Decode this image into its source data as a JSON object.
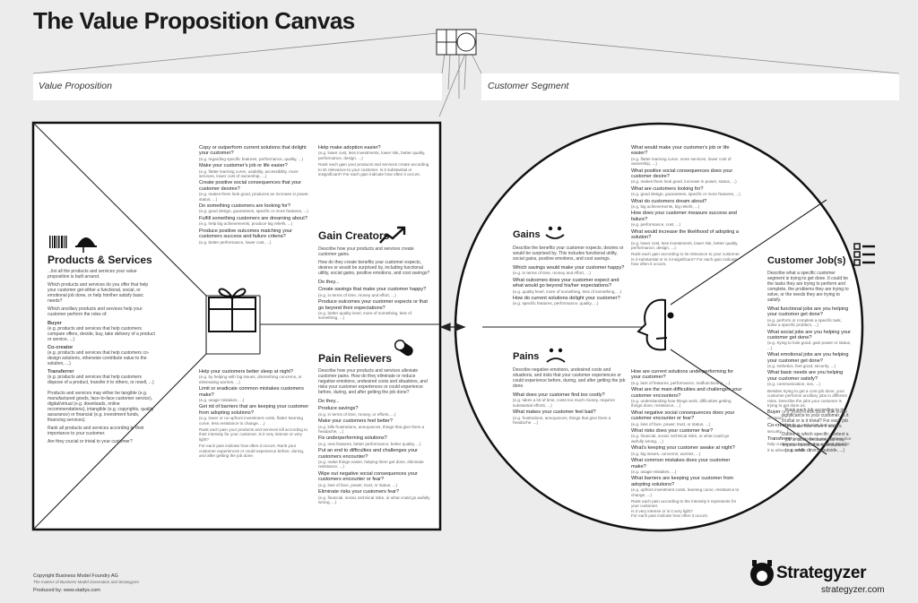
{
  "title": "The Value Proposition Canvas",
  "segments": {
    "value_proposition": "Value Proposition",
    "customer_segment": "Customer Segment"
  },
  "products_services": {
    "heading": "Products & Services",
    "intro": "...list all the products and services your value proposition is built around.",
    "items": [
      "Which products and services do you offer that help your customer get either a functional, social, or emotional job done, or help him/her satisfy basic needs?",
      "Which ancillary products and services help your customer perform the roles of:",
      "Buyer",
      "(e.g. products and services that help customers compare offers, decide, buy, take delivery of a product or service, ...)",
      "Co-creator",
      "(e.g. products and services that help customers co-design solutions, otherwise contribute value to the solution, ...)",
      "Transferrer",
      "(e.g. products and services that help customers dispose of a product, transfer it to others, or resell, ...)",
      "Products and services may either be tangible (e.g. manufactured goods, face-to-face customer service), digital/virtual (e.g. downloads, online recommendations), intangible (e.g. copyrights, quality assurance) or financial (e.g. investment funds, financing services).",
      "Rank all products and services according to their importance to your customer.",
      "Are they crucial or trivial to your customer?"
    ]
  },
  "gain_creators": {
    "heading": "Gain Creators",
    "intro": "Describe how your products and services create customer gains.",
    "intro2": "How do they create benefits your customer expects, desires or would be surprised by, including functional utility, social gains, positive emotions, and cost savings?",
    "left_questions": [
      {
        "q": "Copy or outperform current solutions that delight your customer?",
        "eg": "(e.g. regarding specific features, performance, quality, ...)"
      },
      {
        "q": "Make your customer's job or life easier?",
        "eg": "(e.g. flatter learning curve, usability, accessibility, more services, lower cost of ownership, ...)"
      },
      {
        "q": "Create positive social consequences that your customer desires?",
        "eg": "(e.g. makes them look good, produces an increase in power, status, ...)"
      },
      {
        "q": "Do something customers are looking for?",
        "eg": "(e.g. good design, guarantees, specific or more features, ...)"
      },
      {
        "q": "Fulfill something customers are dreaming about?",
        "eg": "(e.g. help big achievements, produce big reliefs, ...)"
      },
      {
        "q": "Produce positive outcomes matching your customers success and failure criteria?",
        "eg": "(e.g. better performance, lower cost, ...)"
      }
    ],
    "right_questions": [
      {
        "q": "Help make adoption easier?",
        "eg": "(e.g. lower cost, less investments, lower risk, better quality, performance, design, ...)"
      },
      {
        "q": "",
        "eg": "Rank each gain your products and services create according to its relevance to your customer. Is it substantial or insignificant? For each gain indicate how often it occurs."
      }
    ],
    "lower_questions": [
      {
        "q": "Do they...",
        "eg": ""
      },
      {
        "q": "Create savings that make your customer happy?",
        "eg": "(e.g. in terms of time, money and effort, ...)"
      },
      {
        "q": "Produce outcomes your customer expects or that go beyond their expectations?",
        "eg": "(e.g. better quality level, more of something, less of something, ...)"
      }
    ]
  },
  "pain_relievers": {
    "heading": "Pain Relievers",
    "intro": "Describe how your products and services alleviate customer pains. How do they eliminate or reduce negative emotions, undesired costs and situations, and risks your customer experiences or could experience before, during, and after getting the job done?",
    "left_questions": [
      {
        "q": "Help your customers better sleep at night?",
        "eg": "(e.g. by helping with big issues, diminishing concerns, or eliminating worries, ...)"
      },
      {
        "q": "Limit or eradicate common mistakes customers make?",
        "eg": "(e.g. usage mistakes, ...)"
      },
      {
        "q": "Get rid of barriers that are keeping your customer from adopting solutions?",
        "eg": "(e.g. lower or no upfront investment costs, flatter learning curve, less resistance to change, ...)"
      },
      {
        "q": "",
        "eg": "Rank each pain your products and services kill according to their intensity for your customer. Is it very intense or very light?"
      },
      {
        "q": "",
        "eg": "For each pain indicate how often it occurs. Rank your customer experiences or could experience before, during, and after getting the job done."
      }
    ],
    "right_questions": [
      {
        "q": "Do they...",
        "eg": ""
      },
      {
        "q": "Produce savings?",
        "eg": "(e.g. in terms of time, money, or efforts, ...)"
      },
      {
        "q": "Make your customers feel better?",
        "eg": "(e.g. kills frustrations, annoyances, things that give them a headache, ...)"
      },
      {
        "q": "Fix underperforming solutions?",
        "eg": "(e.g. new features, better performance, better quality, ...)"
      },
      {
        "q": "Put an end to difficulties and challenges your customers encounter?",
        "eg": "(e.g. make things easier, helping them get done, eliminate resistance, ...)"
      },
      {
        "q": "Wipe out negative social consequences your customers encounter or fear?",
        "eg": "(e.g. loss of face, power, trust, or status, ...)"
      },
      {
        "q": "Eliminate risks your customers fear?",
        "eg": "(e.g. financial, social, technical risks, or what could go awfully wrong, ...)"
      }
    ]
  },
  "gains": {
    "heading": "Gains",
    "intro": "Describe the benefits your customer expects, desires or would be surprised by. This includes functional utility, social gains, positive emotions, and cost savings.",
    "left_questions": [
      {
        "q": "Which savings would make your customer happy?",
        "eg": "(e.g. in terms of time, money and effort, ...)"
      },
      {
        "q": "What outcomes does your customer expect and what would go beyond his/her expectations?",
        "eg": "(e.g. quality level, more of something, less of something, ...)"
      },
      {
        "q": "How do current solutions delight your customer?",
        "eg": "(e.g. specific features, performance, quality, ...)"
      }
    ],
    "right_questions": [
      {
        "q": "What would make your customer's job or life easier?",
        "eg": "(e.g. flatter learning curve, more services, lower cost of ownership, ...)"
      },
      {
        "q": "What positive social consequences does your customer desire?",
        "eg": "(e.g. makes them look good, increase in power, status, ...)"
      },
      {
        "q": "What are customers looking for?",
        "eg": "(e.g. good design, guarantees, specific or more features, ...)"
      },
      {
        "q": "What do customers dream about?",
        "eg": "(e.g. big achievements, big reliefs, ...)"
      },
      {
        "q": "How does your customer measure success and failure?",
        "eg": "(e.g. performance, cost, ...)"
      },
      {
        "q": "What would increase the likelihood of adopting a solution?",
        "eg": "(e.g. lower cost, less investments, lower risk, better quality, performance, design, ...)"
      },
      {
        "q": "",
        "eg": "Rank each gain according to its relevance to your customer. Is it substantial or is it insignificant? For each gain indicate how often it occurs."
      }
    ]
  },
  "pains": {
    "heading": "Pains",
    "intro": "Describe negative emotions, undesired costs and situations, and risks that your customer experiences or could experience before, during, and after getting the job done.",
    "left_questions": [
      {
        "q": "What does your customer find too costly?",
        "eg": "(e.g. takes a lot of time, costs too much money, requires substantial efforts, ...)"
      },
      {
        "q": "What makes your customer feel bad?",
        "eg": "(e.g. frustrations, annoyances, things that give them a headache, ...)"
      }
    ],
    "right_questions": [
      {
        "q": "How are current solutions underperforming for your customer?",
        "eg": "(e.g. lack of features, performance, malfunctioning, ...)"
      },
      {
        "q": "What are the main difficulties and challenges your customer encounters?",
        "eg": "(e.g. understanding how things work, difficulties getting things done, resistance, ...)"
      },
      {
        "q": "What negative social consequences does your customer encounter or fear?",
        "eg": "(e.g. loss of face, power, trust, or status, ...)"
      },
      {
        "q": "What risks does your customer fear?",
        "eg": "(e.g. financial, social, technical risks, or what could go awfully wrong, ...)"
      },
      {
        "q": "What's keeping your customer awake at night?",
        "eg": "(e.g. big issues, concerns, worries, ...)"
      },
      {
        "q": "What common mistakes does your customer make?",
        "eg": "(e.g. usage mistakes, ...)"
      },
      {
        "q": "What barriers are keeping your customer from adopting solutions?",
        "eg": "(e.g. upfront investment costs, learning curve, resistance to change, ...)"
      },
      {
        "q": "",
        "eg": "Rank each pain according to the intensity it represents for your customer."
      },
      {
        "q": "",
        "eg": "Is it very intense or is it very light?"
      },
      {
        "q": "",
        "eg": "For each pain indicate how often it occurs."
      }
    ]
  },
  "customer_jobs": {
    "heading": "Customer Job(s)",
    "intro": "Describe what a specific customer segment is trying to get done. It could be the tasks they are trying to perform and complete, the problems they are trying to solve, or the needs they are trying to satisfy.",
    "questions": [
      {
        "q": "What functional jobs are you helping your customer get done?",
        "eg": "(e.g. perform or complete a specific task, solve a specific problem, ...)"
      },
      {
        "q": "What social jobs are you helping your customer get done?",
        "eg": "(e.g. trying to look good, gain power or status, ...)"
      },
      {
        "q": "What emotional jobs are you helping your customer get done?",
        "eg": "(e.g. esthetics, feel good, security, ...)"
      },
      {
        "q": "What basic needs are you helping your customer satisfy?",
        "eg": "(e.g. communication, sex, ...)"
      },
      {
        "q": "",
        "eg": "Besides trying to get a core job done, your customer performs ancillary jobs in different roles. Describe the jobs your customer is trying to get done as:"
      },
      {
        "q": "Buyer",
        "eg": "(e.g. trying to look good, gain power or status, ...)"
      },
      {
        "q": "Co-creator",
        "eg": "(e.g. esthetics, feel good, security, ...)"
      },
      {
        "q": "Transferrer",
        "eg": "(e.g. products and services that help customers dispose of a product, transfer it to others, or resell, ...)"
      }
    ],
    "notes": [
      "Rank each job according to its significance to your customer. Is it crucial or is it trivial? For each job indicate how often it occurs.",
      "Outline in which specific context a job is done, because that may impose constraints or limitations.",
      "(e.g. while driving, outside, ...)"
    ]
  },
  "footer": {
    "copyright": "Copyright Business Model Foundry AG",
    "tagline": "The makers of Business Model Generation and Strategyzer",
    "produced": "Produced by: www.stattys.com",
    "brand": "Strategyzer",
    "brand_url": "strategyzer.com"
  }
}
